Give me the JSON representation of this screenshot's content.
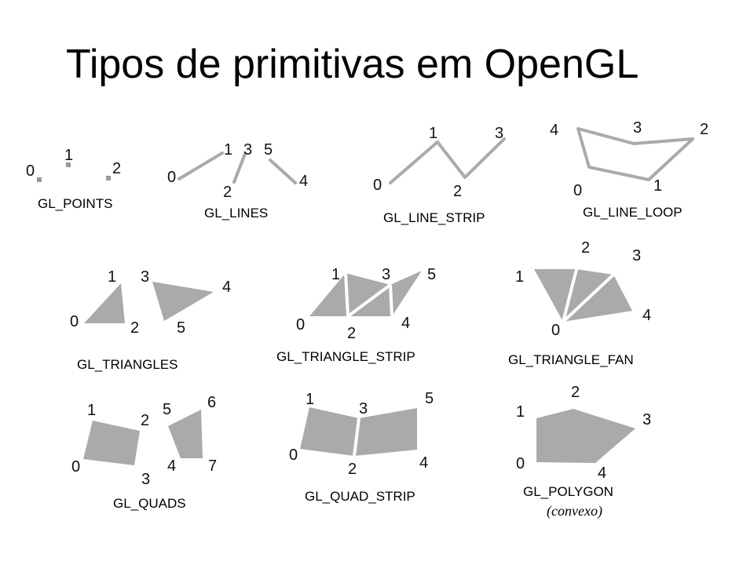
{
  "title": "Tipos de primitivas em OpenGL",
  "colors": {
    "shape": "#aaaaaa",
    "text": "#000000",
    "background": "#ffffff"
  },
  "primitives": [
    {
      "caption": "GL_POINTS",
      "vertex_labels": [
        "0",
        "1",
        "2"
      ]
    },
    {
      "caption": "GL_LINES",
      "vertex_labels": [
        "0",
        "1",
        "2",
        "3",
        "4",
        "5"
      ]
    },
    {
      "caption": "GL_LINE_STRIP",
      "vertex_labels": [
        "0",
        "1",
        "2",
        "3"
      ]
    },
    {
      "caption": "GL_LINE_LOOP",
      "vertex_labels": [
        "0",
        "1",
        "2",
        "3",
        "4"
      ]
    },
    {
      "caption": "GL_TRIANGLES",
      "vertex_labels": [
        "0",
        "1",
        "2",
        "3",
        "4",
        "5"
      ]
    },
    {
      "caption": "GL_TRIANGLE_STRIP",
      "vertex_labels": [
        "0",
        "1",
        "2",
        "3",
        "4",
        "5"
      ]
    },
    {
      "caption": "GL_TRIANGLE_FAN",
      "vertex_labels": [
        "0",
        "1",
        "2",
        "3",
        "4"
      ]
    },
    {
      "caption": "GL_QUADS",
      "vertex_labels": [
        "0",
        "1",
        "2",
        "3",
        "4",
        "5",
        "6",
        "7"
      ]
    },
    {
      "caption": "GL_QUAD_STRIP",
      "vertex_labels": [
        "0",
        "1",
        "2",
        "3",
        "4",
        "5"
      ]
    },
    {
      "caption": "GL_POLYGON",
      "subcaption": "(convexo)",
      "vertex_labels": [
        "0",
        "1",
        "2",
        "3",
        "4"
      ]
    }
  ]
}
